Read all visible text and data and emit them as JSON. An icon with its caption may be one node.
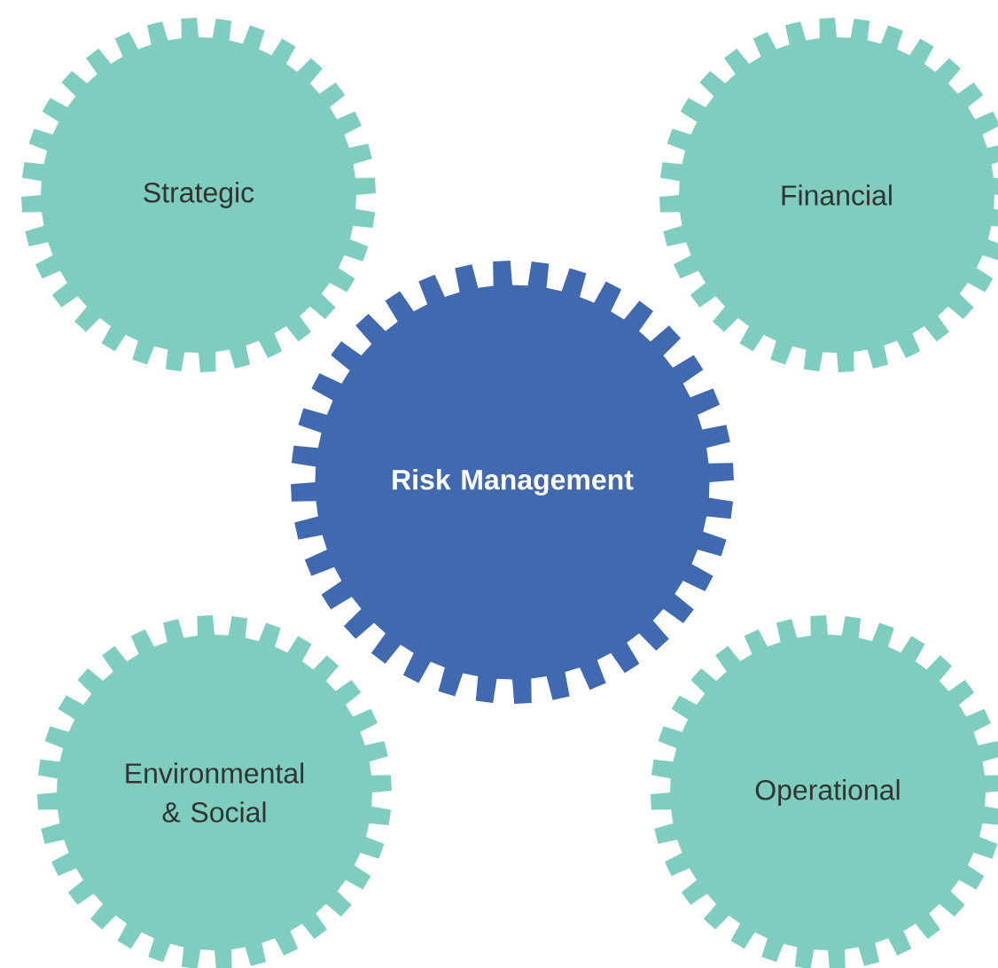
{
  "diagram": {
    "nodes": [
      {
        "text": [
          "Strategic"
        ]
      },
      {
        "text": [
          "Financial"
        ]
      },
      {
        "text": [
          "Risk Management"
        ]
      },
      {
        "text": [
          "Environmental & Social"
        ]
      },
      {
        "text": [
          "Operational"
        ]
      }
    ]
  }
}
